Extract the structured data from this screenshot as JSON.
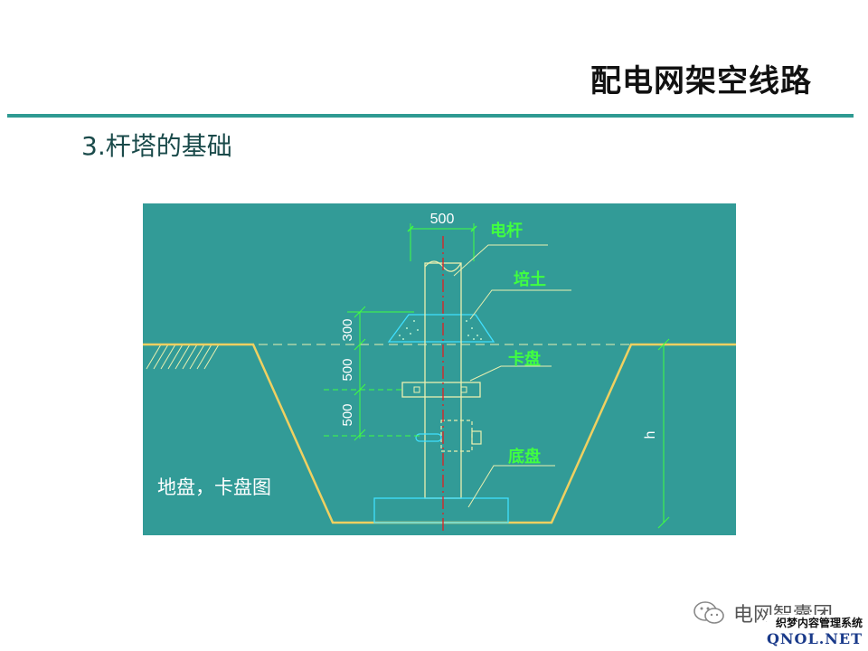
{
  "slide": {
    "title": "配电网架空线路",
    "section_heading": "3.杆塔的基础"
  },
  "diagram": {
    "caption": "地盘，卡盘图",
    "labels": {
      "pole": "电杆",
      "backfill": "培土",
      "chuck_plate": "卡盘",
      "base_plate": "底盘"
    },
    "dimensions": {
      "pole_width": "500",
      "mound_height": "300",
      "chuck_depth": "500",
      "chuck_to_bolt": "500",
      "pit_depth": "h"
    }
  },
  "watermark": {
    "account": "电网智囊团",
    "site_line1": "织梦内容管理系统",
    "site_line2": "QNOL.NET"
  },
  "colors": {
    "panel": "#329b97",
    "rule": "#2e9a92",
    "pit_outline": "#f0d060",
    "dimension": "#40ff40",
    "structure": "#eaf0b0",
    "centerline": "#e02020",
    "cyan": "#40e0ff"
  }
}
